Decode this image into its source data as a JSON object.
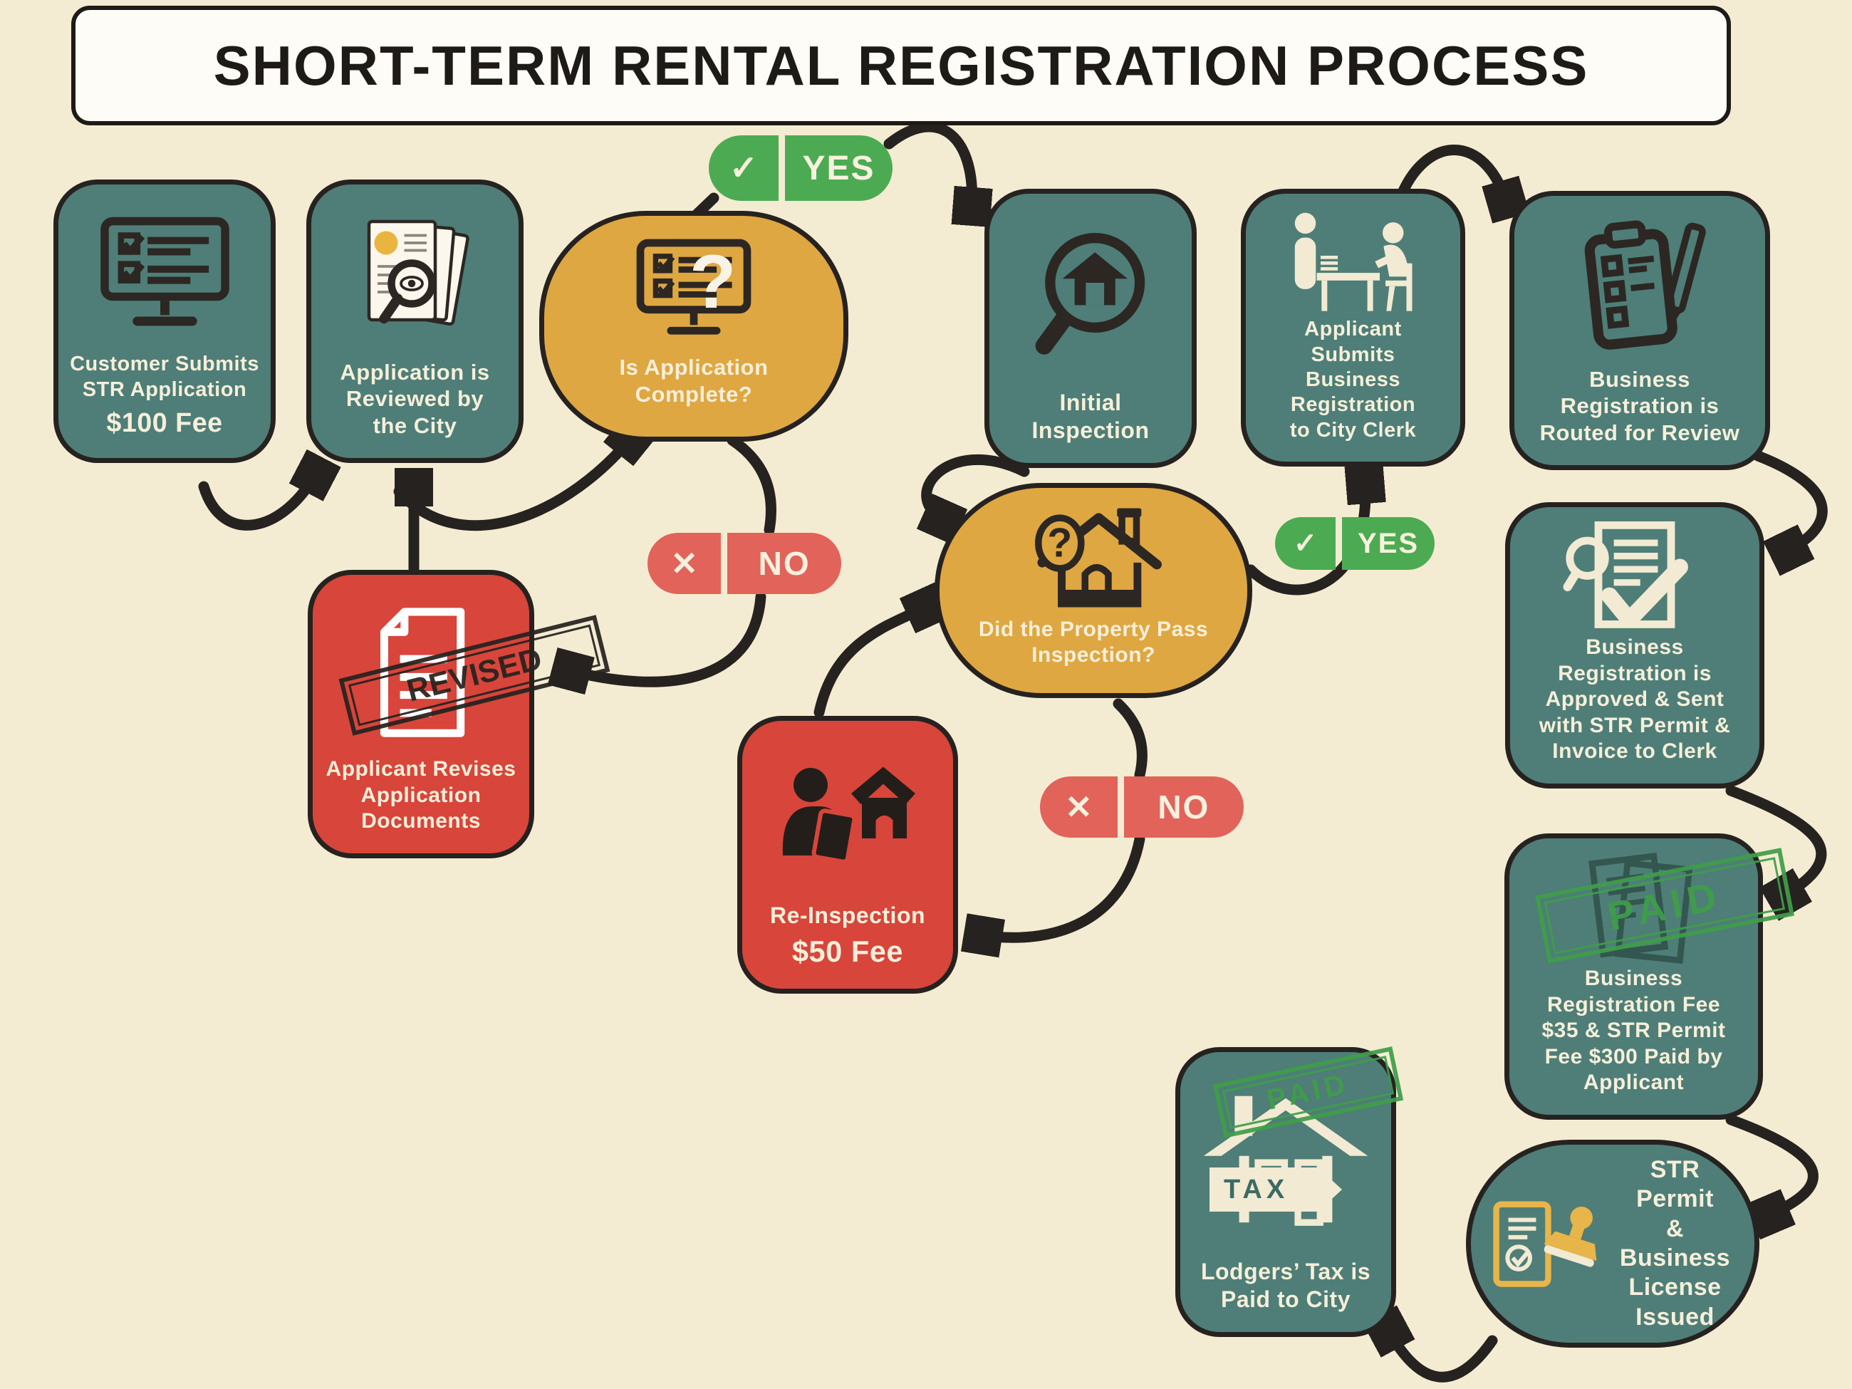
{
  "title": "SHORT-TERM RENTAL REGISTRATION PROCESS",
  "badges": {
    "yes_label": "YES",
    "no_label": "NO"
  },
  "glyphs": {
    "check": "✓",
    "cross": "✕",
    "question": "?"
  },
  "stamps": {
    "revised": "REVISED",
    "paid": "PAID",
    "tax": "TAX"
  },
  "colors": {
    "background": "#f4ecd2",
    "teal": "#4e7e77",
    "gold": "#dfa741",
    "box_red": "#d8453a",
    "badge_green": "#4cab52",
    "badge_red": "#e2635a",
    "stamp_green": "#3f9e4a",
    "ink": "#262220",
    "cream_text": "#f6efda"
  },
  "icons": {
    "customer_submits": "monitor-checklist-icon",
    "application_reviewed": "documents-magnifier-eye-icon",
    "is_application_complete": "monitor-question-icon",
    "initial_inspection": "magnifier-house-icon",
    "applicant_submits_registration": "clerk-desk-people-icon",
    "registration_routed": "clipboard-pencil-icon",
    "applicant_revises": "document-revised-stamp-icon",
    "property_pass_inspection": "house-question-icon",
    "re_inspection": "inspector-house-icon",
    "registration_approved": "document-check-magnifier-icon",
    "fees_paid": "documents-paid-stamp-icon",
    "permit_issued": "license-stamp-icon",
    "lodgers_tax": "tax-house-paid-icon"
  },
  "nodes": {
    "customer_submits": {
      "lines": [
        "Customer Submits",
        "STR Application"
      ],
      "fee": "$100 Fee"
    },
    "application_reviewed": {
      "lines": [
        "Application is",
        "Reviewed by",
        "the City"
      ]
    },
    "is_application_complete": {
      "lines": [
        "Is Application",
        "Complete?"
      ]
    },
    "initial_inspection": {
      "lines": [
        "Initial",
        "Inspection"
      ]
    },
    "applicant_submits_registration": {
      "lines": [
        "Applicant",
        "Submits",
        "Business",
        "Registration",
        "to City Clerk"
      ]
    },
    "registration_routed": {
      "lines": [
        "Business",
        "Registration is",
        "Routed for Review"
      ]
    },
    "applicant_revises": {
      "lines": [
        "Applicant Revises",
        "Application",
        "Documents"
      ]
    },
    "property_pass_inspection": {
      "lines": [
        "Did the Property Pass",
        "Inspection?"
      ]
    },
    "re_inspection": {
      "lines": [
        "Re-Inspection"
      ],
      "fee": "$50 Fee"
    },
    "registration_approved": {
      "lines": [
        "Business",
        "Registration is",
        "Approved & Sent",
        "with STR Permit &",
        "Invoice to Clerk"
      ]
    },
    "fees_paid": {
      "lines": [
        "Business",
        "Registration Fee",
        "$35 & STR Permit",
        "Fee $300 Paid by",
        "Applicant"
      ]
    },
    "permit_issued": {
      "lines": [
        "STR Permit",
        "& Business",
        "License",
        "Issued"
      ]
    },
    "lodgers_tax": {
      "lines": [
        "Lodgers’ Tax is",
        "Paid to City"
      ]
    }
  }
}
